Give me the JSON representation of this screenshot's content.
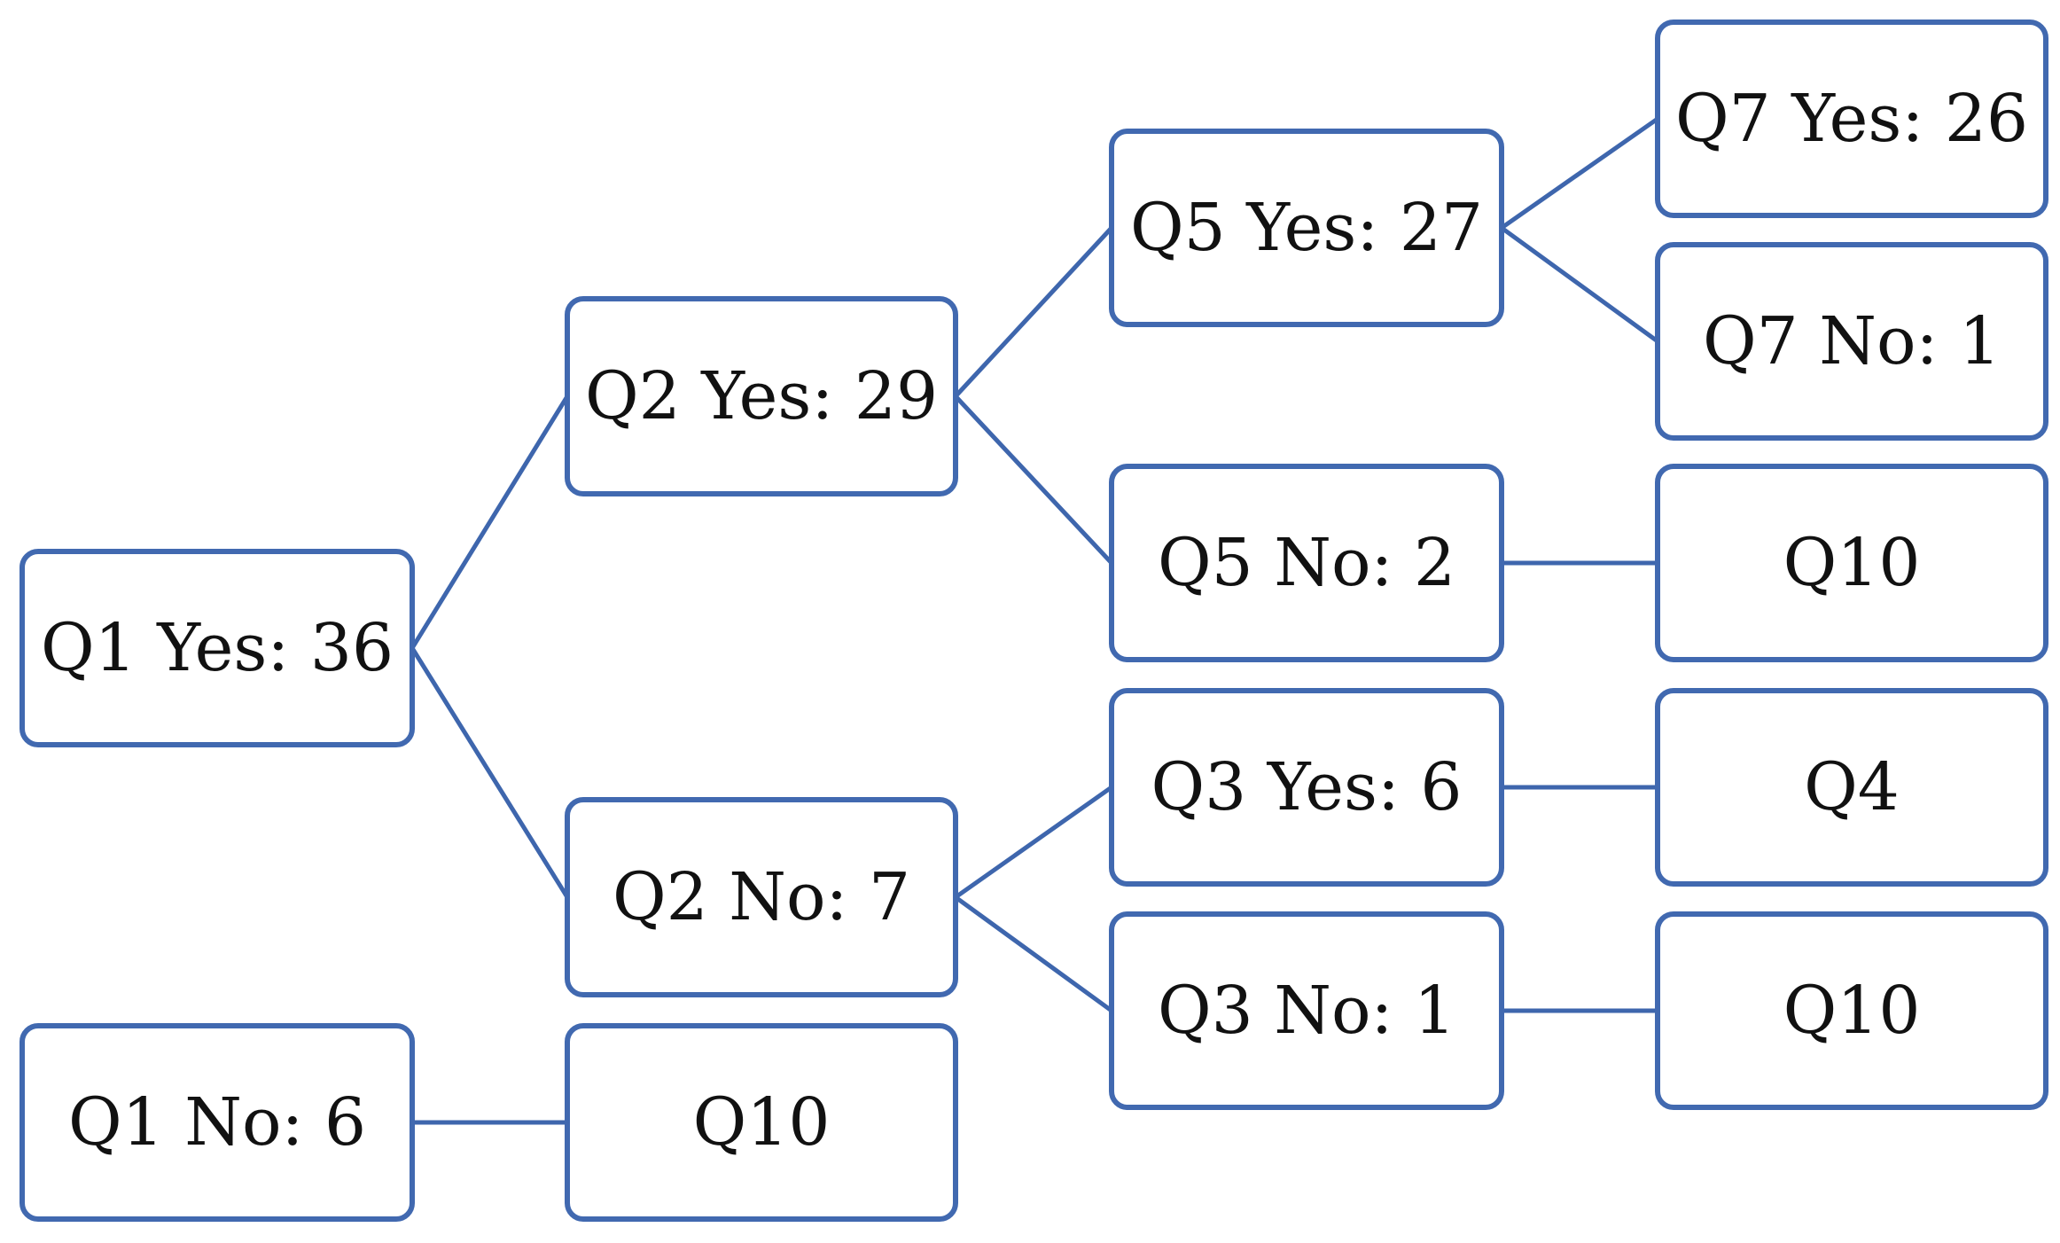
{
  "colors": {
    "box_border": "#4169b0",
    "connector": "#3e66ad",
    "text": "#111111",
    "background": "#ffffff"
  },
  "nodes": {
    "q1_yes": "Q1 Yes: 36",
    "q1_no": "Q1 No: 6",
    "q2_yes": "Q2 Yes: 29",
    "q2_no": "Q2 No: 7",
    "q1_no_next": "Q10",
    "q5_yes": "Q5 Yes: 27",
    "q5_no": "Q5 No: 2",
    "q3_yes": "Q3 Yes: 6",
    "q3_no": "Q3 No: 1",
    "q7_yes": "Q7 Yes: 26",
    "q7_no": "Q7 No: 1",
    "q5_no_next": "Q10",
    "q3_yes_next": "Q4",
    "q3_no_next": "Q10"
  },
  "edges": [
    [
      "q1_yes",
      "q2_yes"
    ],
    [
      "q1_yes",
      "q2_no"
    ],
    [
      "q1_no",
      "q1_no_next"
    ],
    [
      "q2_yes",
      "q5_yes"
    ],
    [
      "q2_yes",
      "q5_no"
    ],
    [
      "q2_no",
      "q3_yes"
    ],
    [
      "q2_no",
      "q3_no"
    ],
    [
      "q5_yes",
      "q7_yes"
    ],
    [
      "q5_yes",
      "q7_no"
    ],
    [
      "q5_no",
      "q5_no_next"
    ],
    [
      "q3_yes",
      "q3_yes_next"
    ],
    [
      "q3_no",
      "q3_no_next"
    ]
  ]
}
